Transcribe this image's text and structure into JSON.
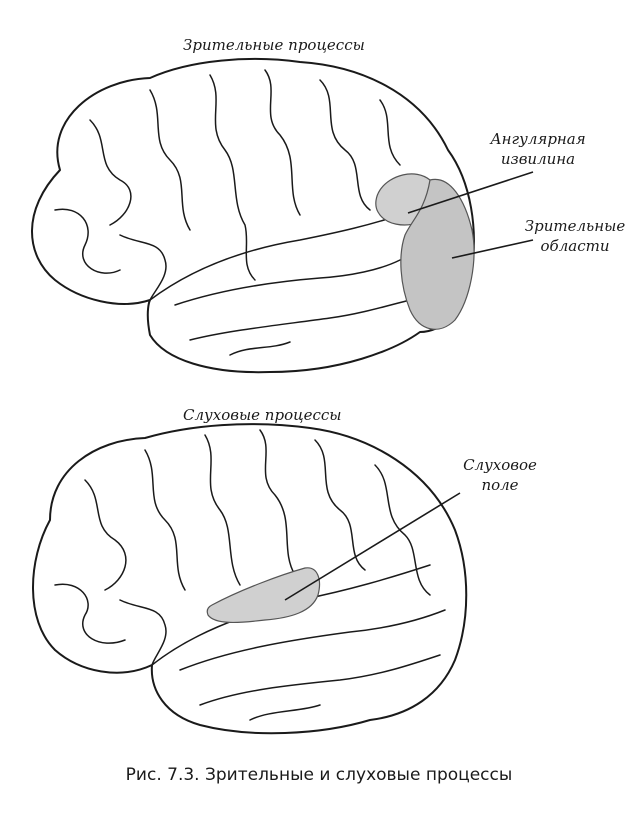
{
  "top_figure": {
    "title": "Зрительные процессы",
    "label_angular_line1": "Ангулярная",
    "label_angular_line2": "извилина",
    "label_visual_line1": "Зрительные",
    "label_visual_line2": "области"
  },
  "bottom_figure": {
    "title": "Слуховые процессы",
    "label_auditory_line1": "Слуховое",
    "label_auditory_line2": "поле"
  },
  "caption": "Рис. 7.3. Зрительные и слуховые процессы",
  "colors": {
    "outline": "#1a1a1a",
    "highlight": "#d0d0d0",
    "background": "#ffffff"
  }
}
